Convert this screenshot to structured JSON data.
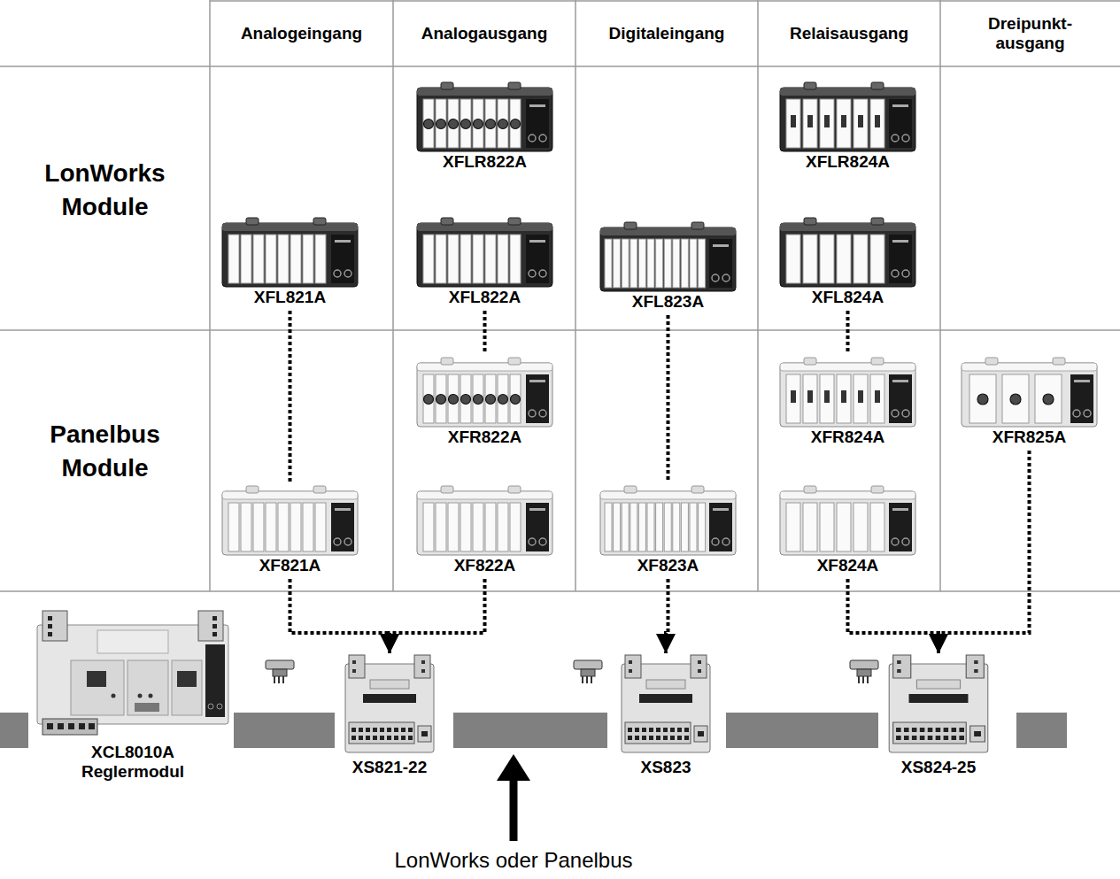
{
  "diagram": {
    "nodes": [
      {
        "text": [
          "XFLR822A"
        ]
      },
      {
        "text": [
          "XFLR824A"
        ]
      },
      {
        "text": [
          "XFL821A"
        ]
      },
      {
        "text": [
          "XFL822A"
        ]
      },
      {
        "text": [
          "XFL823A"
        ]
      },
      {
        "text": [
          "XFL824A"
        ]
      },
      {
        "text": [
          "XFR822A"
        ]
      },
      {
        "text": [
          "XFR824A"
        ]
      },
      {
        "text": [
          "XFR825A"
        ]
      },
      {
        "text": [
          "XF821A"
        ]
      },
      {
        "text": [
          "XF822A"
        ]
      },
      {
        "text": [
          "XF823A"
        ]
      },
      {
        "text": [
          "XF824A"
        ]
      },
      {
        "text": [
          "XCL8010A Reglermodul"
        ]
      },
      {
        "text": [
          "XS821-22"
        ]
      },
      {
        "text": [
          "XS823"
        ]
      },
      {
        "text": [
          "XS824-25"
        ]
      }
    ],
    "edges": [
      {
        "from": 2,
        "to": 9,
        "arrow": "none"
      },
      {
        "from": 3,
        "to": 6,
        "arrow": "none"
      },
      {
        "from": 4,
        "to": 11,
        "arrow": "none"
      },
      {
        "from": 5,
        "to": 7,
        "arrow": "none"
      },
      {
        "from": 9,
        "to": 14,
        "arrow": "to"
      },
      {
        "from": 10,
        "to": 14,
        "arrow": "to"
      },
      {
        "from": 11,
        "to": 15,
        "arrow": "to"
      },
      {
        "from": 12,
        "to": 16,
        "arrow": "to"
      },
      {
        "from": 8,
        "to": 16,
        "arrow": "to"
      }
    ],
    "labels": [
      "Analogeingang",
      "Analogausgang",
      "Digitaleingang",
      "Relaisausgang",
      "Dreipunkt- ausgang",
      "LonWorks Module",
      "Panelbus Module",
      "LonWorks oder Panelbus"
    ]
  }
}
